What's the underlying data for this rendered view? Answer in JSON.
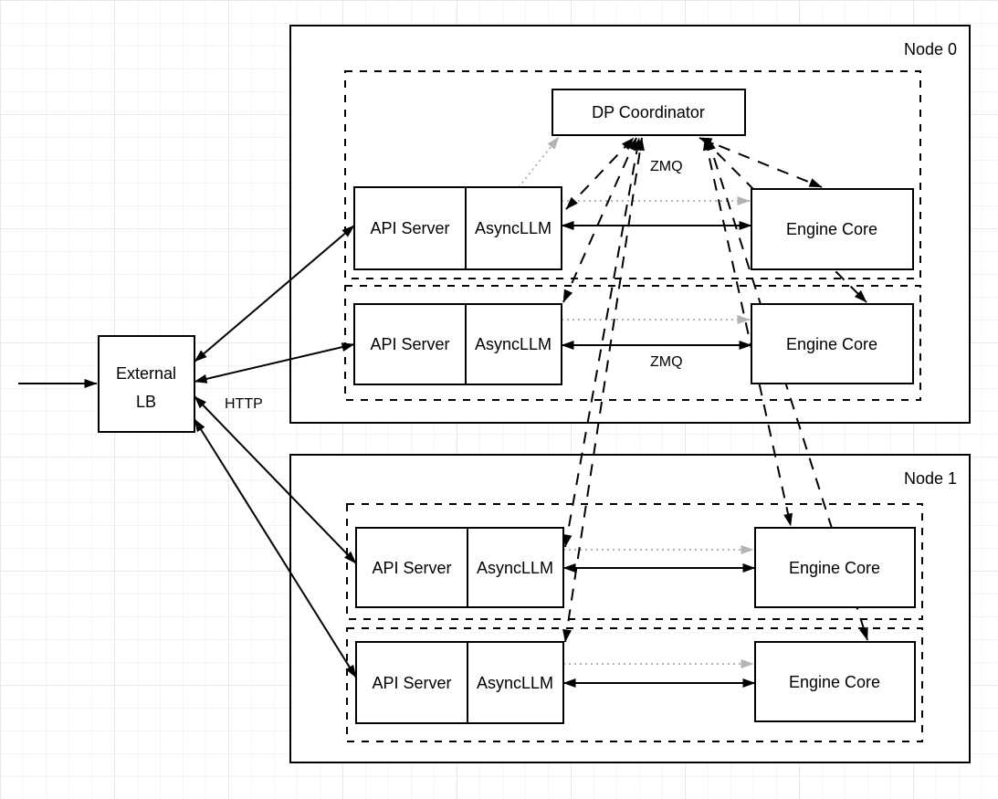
{
  "diagram": {
    "node0": {
      "title": "Node 0"
    },
    "node1": {
      "title": "Node 1"
    },
    "dp_coordinator": {
      "label": "DP Coordinator"
    },
    "external_lb": {
      "line1": "External",
      "line2": "LB"
    },
    "rows": [
      {
        "api": "API Server",
        "async": "AsyncLLM",
        "engine": "Engine Core"
      },
      {
        "api": "API Server",
        "async": "AsyncLLM",
        "engine": "Engine Core"
      },
      {
        "api": "API Server",
        "async": "AsyncLLM",
        "engine": "Engine Core"
      },
      {
        "api": "API Server",
        "async": "AsyncLLM",
        "engine": "Engine Core"
      }
    ],
    "edge_labels": {
      "http": "HTTP",
      "zmq_coordinator": "ZMQ",
      "zmq_engine": "ZMQ"
    },
    "colors": {
      "stroke": "#000000",
      "gray_link": "#b3b3b3",
      "box_fill": "#ffffff",
      "grid_minor": "#f4f4f4",
      "grid_major": "#e9e9e9"
    }
  }
}
